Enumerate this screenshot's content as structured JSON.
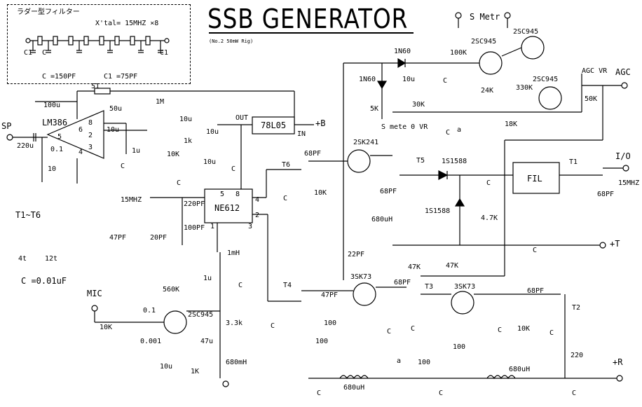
{
  "title": "SSB   GENERATOR",
  "subtitle": "(No.2 50mW Rig)",
  "filter_box": {
    "title": "ラダー型フィルター",
    "xtal": "X'tal= 15MHZ  ×8",
    "c_value": "C =150PF",
    "c1_value": "C1 =75PF"
  },
  "coil_note": {
    "title": "T1~T6",
    "primary": "4t",
    "secondary": "12t"
  },
  "c_note": "C =0.01uF",
  "ports": {
    "sp": "SP",
    "mic": "MIC",
    "io": "I/O",
    "r_plus": "+R",
    "t_plus": "+T",
    "b_plus": "+B",
    "s_metr": "S Metr",
    "agc": "AGC",
    "in": "IN",
    "out": "OUT"
  },
  "ics": {
    "lm386": "LM386",
    "ne612": "NE612",
    "reg": "78L05",
    "fil": "FIL"
  },
  "transistors": [
    "2SC945",
    "2SC945",
    "2SC945",
    "2SK241",
    "3SK73",
    "3SK73",
    "2SC945"
  ],
  "diodes": [
    "1N60",
    "1N60",
    "1S1588",
    "1S1588"
  ],
  "transformers": [
    "T1",
    "T2",
    "T3",
    "T4",
    "T5",
    "T6"
  ],
  "labels": [
    {
      "id": "c1a",
      "text": "C1"
    },
    {
      "id": "ca",
      "text": "C"
    },
    {
      "id": "c1b",
      "text": "C1"
    },
    {
      "id": "51",
      "text": "51"
    },
    {
      "id": "100u_a",
      "text": "100u"
    },
    {
      "id": "50u",
      "text": "50u"
    },
    {
      "id": "1m",
      "text": "1M"
    },
    {
      "id": "10u_a",
      "text": "10u"
    },
    {
      "id": "10u_b",
      "text": "10u"
    },
    {
      "id": "220u",
      "text": "220u"
    },
    {
      "id": "01",
      "text": "0.1"
    },
    {
      "id": "10",
      "text": "10"
    },
    {
      "id": "1u_a",
      "text": "1u"
    },
    {
      "id": "10k_a",
      "text": "10K"
    },
    {
      "id": "1k_a",
      "text": "1k"
    },
    {
      "id": "10u_c",
      "text": "10u"
    },
    {
      "id": "10u_d",
      "text": "10u"
    },
    {
      "id": "c_b",
      "text": "C"
    },
    {
      "id": "c_c",
      "text": "C"
    },
    {
      "id": "c_d",
      "text": "C"
    },
    {
      "id": "15mhz_a",
      "text": "15MHZ"
    },
    {
      "id": "220pf",
      "text": "220PF"
    },
    {
      "id": "100pf",
      "text": "100PF"
    },
    {
      "id": "47pf_a",
      "text": "47PF"
    },
    {
      "id": "20pf",
      "text": "20PF"
    },
    {
      "id": "p5",
      "text": "5"
    },
    {
      "id": "p8",
      "text": "8"
    },
    {
      "id": "p4",
      "text": "4"
    },
    {
      "id": "p1",
      "text": "1"
    },
    {
      "id": "p2",
      "text": "2"
    },
    {
      "id": "p3",
      "text": "3"
    },
    {
      "id": "lm2",
      "text": "2"
    },
    {
      "id": "lm3",
      "text": "3"
    },
    {
      "id": "lm4",
      "text": "4"
    },
    {
      "id": "lm5",
      "text": "5"
    },
    {
      "id": "lm6",
      "text": "6"
    },
    {
      "id": "lm8",
      "text": "8"
    },
    {
      "id": "1mh",
      "text": "1mH"
    },
    {
      "id": "1u_b",
      "text": "1u"
    },
    {
      "id": "c_e",
      "text": "C"
    },
    {
      "id": "560k",
      "text": "560K"
    },
    {
      "id": "01b",
      "text": "0.1"
    },
    {
      "id": "0001",
      "text": "0.001"
    },
    {
      "id": "10k_b",
      "text": "10K"
    },
    {
      "id": "33k",
      "text": "3.3k"
    },
    {
      "id": "47u",
      "text": "47u"
    },
    {
      "id": "10u_e",
      "text": "10u"
    },
    {
      "id": "1k_b",
      "text": "1K"
    },
    {
      "id": "680mh",
      "text": "680mH"
    },
    {
      "id": "68pf_a",
      "text": "68PF"
    },
    {
      "id": "10k_c",
      "text": "10K"
    },
    {
      "id": "c_f",
      "text": "C"
    },
    {
      "id": "68pf_b",
      "text": "68PF"
    },
    {
      "id": "680uh_a",
      "text": "680uH"
    },
    {
      "id": "22pf",
      "text": "22PF"
    },
    {
      "id": "47pf_b",
      "text": "47PF"
    },
    {
      "id": "c_g",
      "text": "C"
    },
    {
      "id": "100_a",
      "text": "100"
    },
    {
      "id": "100_b",
      "text": "100"
    },
    {
      "id": "c_h",
      "text": "C"
    },
    {
      "id": "68pf_c",
      "text": "68PF"
    },
    {
      "id": "47k_a",
      "text": "47K"
    },
    {
      "id": "47k_b",
      "text": "47K"
    },
    {
      "id": "100_c",
      "text": "100"
    },
    {
      "id": "c_i",
      "text": "C"
    },
    {
      "id": "100_d",
      "text": "100"
    },
    {
      "id": "68pf_d",
      "text": "68PF"
    },
    {
      "id": "10k_d",
      "text": "10K"
    },
    {
      "id": "c_j",
      "text": "C"
    },
    {
      "id": "220",
      "text": "220"
    },
    {
      "id": "c_k",
      "text": "C"
    },
    {
      "id": "680uh_b",
      "text": "680uH"
    },
    {
      "id": "680uh_c",
      "text": "680uH"
    },
    {
      "id": "c_l",
      "text": "C"
    },
    {
      "id": "c_m",
      "text": "C"
    },
    {
      "id": "c_n",
      "text": "C"
    },
    {
      "id": "a_1",
      "text": "a"
    },
    {
      "id": "a_2",
      "text": "a"
    },
    {
      "id": "100k",
      "text": "100K"
    },
    {
      "id": "10u_f",
      "text": "10u"
    },
    {
      "id": "c_o",
      "text": "C"
    },
    {
      "id": "24k",
      "text": "24K"
    },
    {
      "id": "330k",
      "text": "330K"
    },
    {
      "id": "agcvr",
      "text": "AGC VR"
    },
    {
      "id": "50k",
      "text": "50K"
    },
    {
      "id": "5k",
      "text": "5K"
    },
    {
      "id": "30k",
      "text": "30K"
    },
    {
      "id": "smete",
      "text": "S mete 0 VR"
    },
    {
      "id": "c_p",
      "text": "C"
    },
    {
      "id": "18k",
      "text": "18K"
    },
    {
      "id": "c_q",
      "text": "C"
    },
    {
      "id": "4_7k",
      "text": "4.7K"
    },
    {
      "id": "68pf_e",
      "text": "68PF"
    },
    {
      "id": "15mhz_b",
      "text": "15MHZ"
    },
    {
      "id": "c_r",
      "text": "C"
    }
  ]
}
